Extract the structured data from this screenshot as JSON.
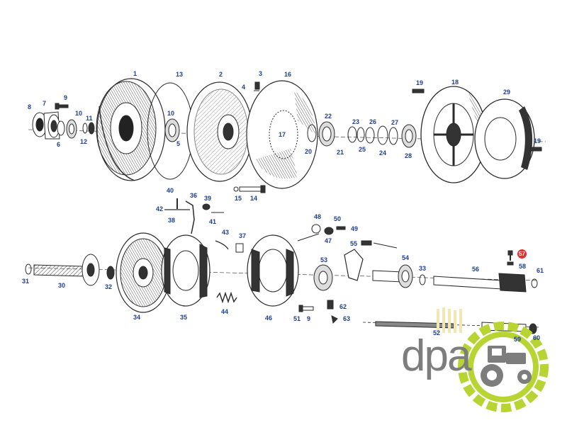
{
  "diagram": {
    "callouts": [
      {
        "id": "c1",
        "text": "1"
      },
      {
        "id": "c13",
        "text": "13"
      },
      {
        "id": "c2",
        "text": "2"
      },
      {
        "id": "c3",
        "text": "3"
      },
      {
        "id": "c16",
        "text": "16"
      },
      {
        "id": "c4",
        "text": "4"
      },
      {
        "id": "c19a",
        "text": "19"
      },
      {
        "id": "c18",
        "text": "18"
      },
      {
        "id": "c29",
        "text": "29"
      },
      {
        "id": "c9a",
        "text": "9"
      },
      {
        "id": "c8",
        "text": "8"
      },
      {
        "id": "c7",
        "text": "7"
      },
      {
        "id": "c10a",
        "text": "10"
      },
      {
        "id": "c10b",
        "text": "10"
      },
      {
        "id": "c11",
        "text": "11"
      },
      {
        "id": "c6",
        "text": "6"
      },
      {
        "id": "c12",
        "text": "12"
      },
      {
        "id": "c5",
        "text": "5"
      },
      {
        "id": "c17",
        "text": "17"
      },
      {
        "id": "c22",
        "text": "22"
      },
      {
        "id": "c23",
        "text": "23"
      },
      {
        "id": "c26",
        "text": "26"
      },
      {
        "id": "c27",
        "text": "27"
      },
      {
        "id": "c20",
        "text": "20"
      },
      {
        "id": "c21",
        "text": "21"
      },
      {
        "id": "c25",
        "text": "25"
      },
      {
        "id": "c24",
        "text": "24"
      },
      {
        "id": "c28",
        "text": "28"
      },
      {
        "id": "c19b",
        "text": "19"
      },
      {
        "id": "c15",
        "text": "15"
      },
      {
        "id": "c14",
        "text": "14"
      },
      {
        "id": "c40",
        "text": "40"
      },
      {
        "id": "c36",
        "text": "36"
      },
      {
        "id": "c39",
        "text": "39"
      },
      {
        "id": "c42",
        "text": "42"
      },
      {
        "id": "c38",
        "text": "38"
      },
      {
        "id": "c41",
        "text": "41"
      },
      {
        "id": "c48",
        "text": "48"
      },
      {
        "id": "c50",
        "text": "50"
      },
      {
        "id": "c49",
        "text": "49"
      },
      {
        "id": "c43",
        "text": "43"
      },
      {
        "id": "c37",
        "text": "37"
      },
      {
        "id": "c47",
        "text": "47"
      },
      {
        "id": "c55",
        "text": "55"
      },
      {
        "id": "c54",
        "text": "54"
      },
      {
        "id": "c53",
        "text": "53"
      },
      {
        "id": "c57",
        "text": "57"
      },
      {
        "id": "c58",
        "text": "58"
      },
      {
        "id": "c33",
        "text": "33"
      },
      {
        "id": "c56",
        "text": "56"
      },
      {
        "id": "c61",
        "text": "61"
      },
      {
        "id": "c31",
        "text": "31"
      },
      {
        "id": "c30",
        "text": "30"
      },
      {
        "id": "c32",
        "text": "32"
      },
      {
        "id": "c44",
        "text": "44"
      },
      {
        "id": "c34",
        "text": "34"
      },
      {
        "id": "c35",
        "text": "35"
      },
      {
        "id": "c46",
        "text": "46"
      },
      {
        "id": "c51",
        "text": "51"
      },
      {
        "id": "c9b",
        "text": "9"
      },
      {
        "id": "c62",
        "text": "62"
      },
      {
        "id": "c63",
        "text": "63"
      },
      {
        "id": "c52",
        "text": "52"
      },
      {
        "id": "c59",
        "text": "59"
      },
      {
        "id": "c60",
        "text": "60"
      }
    ],
    "highlight_callout": "c57",
    "label_color": "#1f3f9a",
    "line_color": "#2a2a2a",
    "highlight_color": "#e03030"
  },
  "logo": {
    "text": "dpa",
    "text_color": "#7d7d7d",
    "gear_color": "#b7d433",
    "icons": [
      "wheat-icon",
      "tractor-icon"
    ]
  }
}
